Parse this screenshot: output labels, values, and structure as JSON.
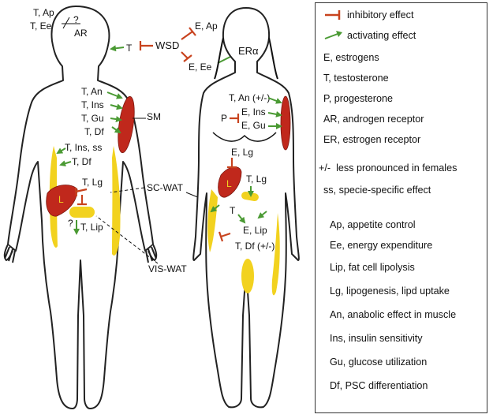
{
  "colors": {
    "inhibitory": "#c8431e",
    "activating": "#4a9a33",
    "fat": "#f2d21f",
    "organ": "#c0281c"
  },
  "legend": {
    "symbols": [
      {
        "icon": "inhibitory-arrow-icon",
        "text": "inhibitory effect"
      },
      {
        "icon": "activating-arrow-icon",
        "text": "activating effect"
      }
    ],
    "hormones": [
      {
        "abbr": "E,",
        "text": "estrogens"
      },
      {
        "abbr": "T,",
        "text": "testosterone"
      },
      {
        "abbr": "P,",
        "text": "progesterone"
      },
      {
        "abbr": "AR,",
        "text": "androgen receptor"
      },
      {
        "abbr": "ER,",
        "text": "estrogen receptor"
      }
    ],
    "notes": [
      {
        "abbr": "+/-",
        "text": "less pronounced in females"
      },
      {
        "abbr": "ss,",
        "text": "specie-specific effect"
      }
    ],
    "effects": [
      {
        "abbr": "Ap,",
        "text": "appetite control"
      },
      {
        "abbr": "Ee,",
        "text": "energy expenditure"
      },
      {
        "abbr": "Lip,",
        "text": "fat cell lipolysis"
      },
      {
        "abbr": "Lg,",
        "text": "lipogenesis, lipd uptake"
      },
      {
        "abbr": "An,",
        "text": "anabolic effect in muscle"
      },
      {
        "abbr": "Ins,",
        "text": "insulin sensitivity"
      },
      {
        "abbr": "Gu,",
        "text": "glucose utilization"
      },
      {
        "abbr": "Df,",
        "text": "PSC differentiation"
      }
    ]
  },
  "male": {
    "head_labels": {
      "t_ap": "T, Ap",
      "t_ee": "T, Ee",
      "question": "?",
      "ar": "AR"
    },
    "muscle_labels": {
      "t_an": "T, An",
      "t_ins": "T, Ins",
      "t_gu": "T, Gu",
      "t_df": "T, Df",
      "sm": "SM"
    },
    "fat_labels": {
      "t_ins_ss": "T, Ins, ss",
      "t_df2": "T, Df",
      "t_lg": "T, Lg",
      "liver": "L",
      "question": "?",
      "t_lip": "T, Lip"
    }
  },
  "center": {
    "t": "T",
    "wsd": "WSD",
    "e_ap": "E, Ap",
    "e_ee": "E, Ee",
    "er_alpha": "ERα",
    "sc_wat": "SC-WAT",
    "vis_wat": "VIS-WAT"
  },
  "female": {
    "muscle_labels": {
      "t_an": "T, An (+/-)",
      "p": "P",
      "e_ins": "E, Ins",
      "e_gu": "E, Gu"
    },
    "fat_labels": {
      "e_lg": "E, Lg",
      "liver": "L",
      "t_lg": "T, Lg",
      "t": "T",
      "e_lip": "E, Lip",
      "t_df": "T, Df (+/-)"
    }
  }
}
